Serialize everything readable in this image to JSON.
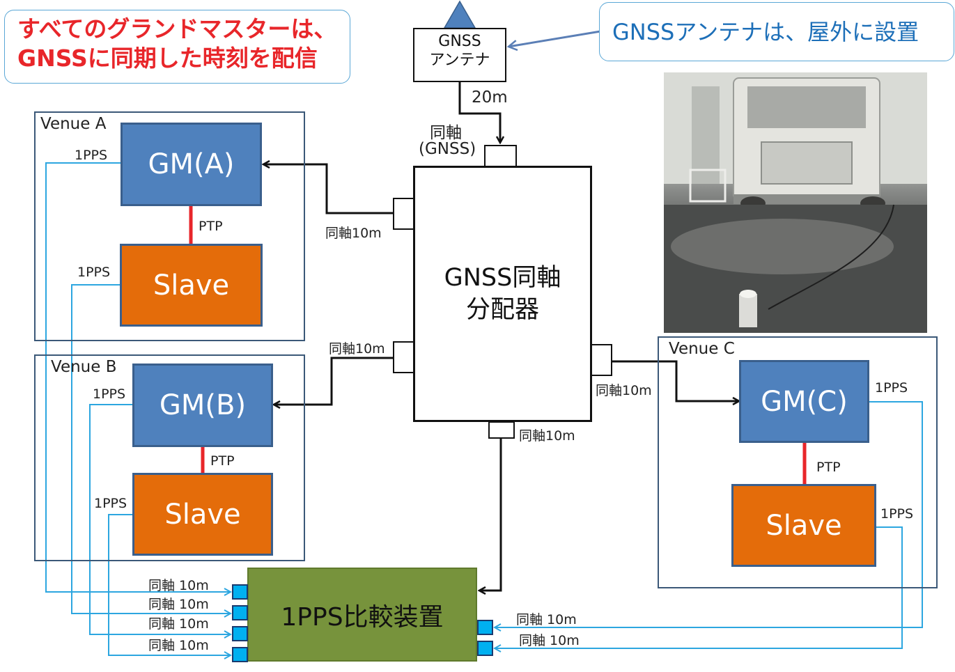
{
  "callouts": {
    "left_line1": "すべてのグランドマスターは、",
    "left_line2": "GNSSに同期した時刻を配信",
    "right": "GNSSアンテナは、屋外に設置"
  },
  "antenna": {
    "line1": "GNSS",
    "line2": "アンテナ",
    "cable_length": "20m"
  },
  "distributor": {
    "line1": "GNSS同軸",
    "line2": "分配器",
    "input_line1": "同軸",
    "input_line2": "(GNSS)"
  },
  "cables": {
    "to_gm_a": "同軸10m",
    "to_gm_b": "同軸10m",
    "to_gm_c": "同軸10m",
    "to_comparator": "同軸10m"
  },
  "venue_a": {
    "label": "Venue A",
    "gm": "GM(A)",
    "slave": "Slave",
    "link": "PTP",
    "gm_pps": "1PPS",
    "slave_pps": "1PPS"
  },
  "venue_b": {
    "label": "Venue B",
    "gm": "GM(B)",
    "slave": "Slave",
    "link": "PTP",
    "gm_pps": "1PPS",
    "slave_pps": "1PPS"
  },
  "venue_c": {
    "label": "Venue C",
    "gm": "GM(C)",
    "slave": "Slave",
    "link": "PTP",
    "gm_pps": "1PPS",
    "slave_pps": "1PPS"
  },
  "comparator": {
    "label": "1PPS比較装置",
    "left_inputs": [
      "同軸 10m",
      "同軸 10m",
      "同軸 10m",
      "同軸 10m"
    ],
    "right_inputs": [
      "同軸 10m",
      "同軸 10m"
    ]
  },
  "colors": {
    "gm_fill": "#4f81bd",
    "slave_fill": "#e46c0a",
    "comparator_fill": "#77933c",
    "pps_line": "#2ca6e0",
    "ptp_line": "#e8262a",
    "callout_red_text": "#e8262a",
    "callout_blue_text": "#1d6fb8"
  }
}
